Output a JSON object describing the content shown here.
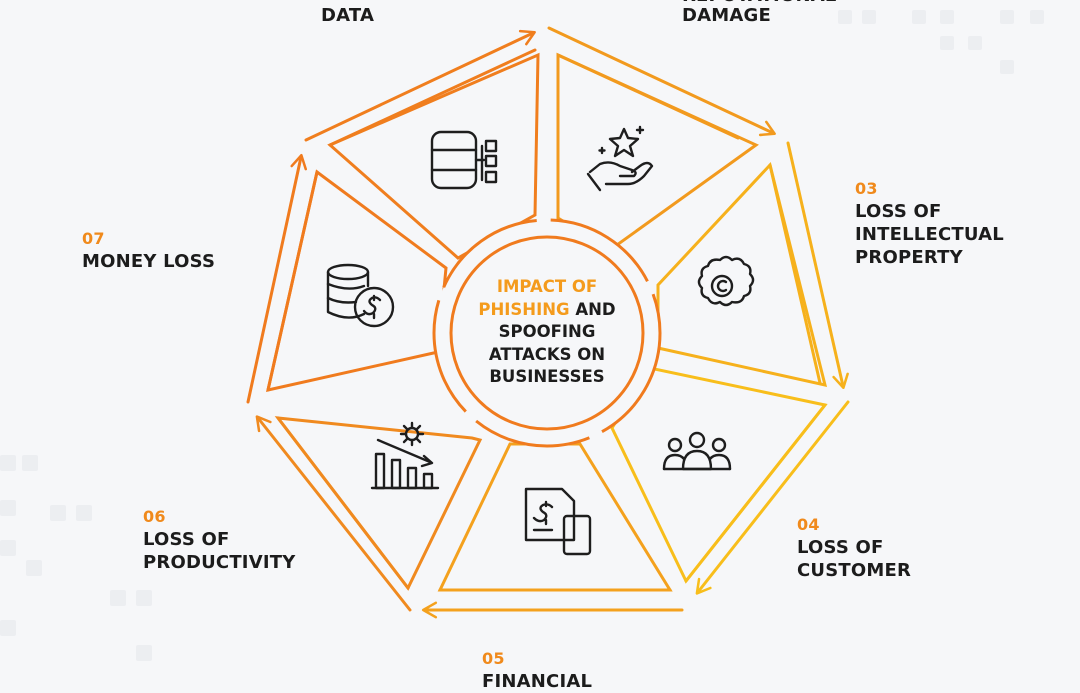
{
  "center": {
    "line1_hl": "IMPACT OF",
    "line2_hl": "PHISHING",
    "line2_rest": " AND",
    "line3": "SPOOFING",
    "line4": "ATTACKS ON",
    "line5": "BUSINESSES"
  },
  "items": [
    {
      "num": "",
      "title": "DATA",
      "icon": "database-network-icon"
    },
    {
      "num": "",
      "title": "REPUTATIONAL DAMAGE",
      "icon": "hand-star-icon"
    },
    {
      "num": "03",
      "title": "LOSS OF INTELLECTUAL PROPERTY",
      "icon": "brain-copyright-icon"
    },
    {
      "num": "04",
      "title": "LOSS OF CUSTOMER",
      "icon": "people-group-icon"
    },
    {
      "num": "05",
      "title": "FINANCIAL",
      "icon": "money-documents-icon"
    },
    {
      "num": "06",
      "title": "LOSS OF PRODUCTIVITY",
      "icon": "declining-chart-icon"
    },
    {
      "num": "07",
      "title": "MONEY LOSS",
      "icon": "coins-dollar-icon"
    }
  ],
  "colors": {
    "orange": "#f07b1e",
    "yellow": "#f9c21a",
    "text": "#1c1c1c",
    "number": "#f08a1c"
  }
}
